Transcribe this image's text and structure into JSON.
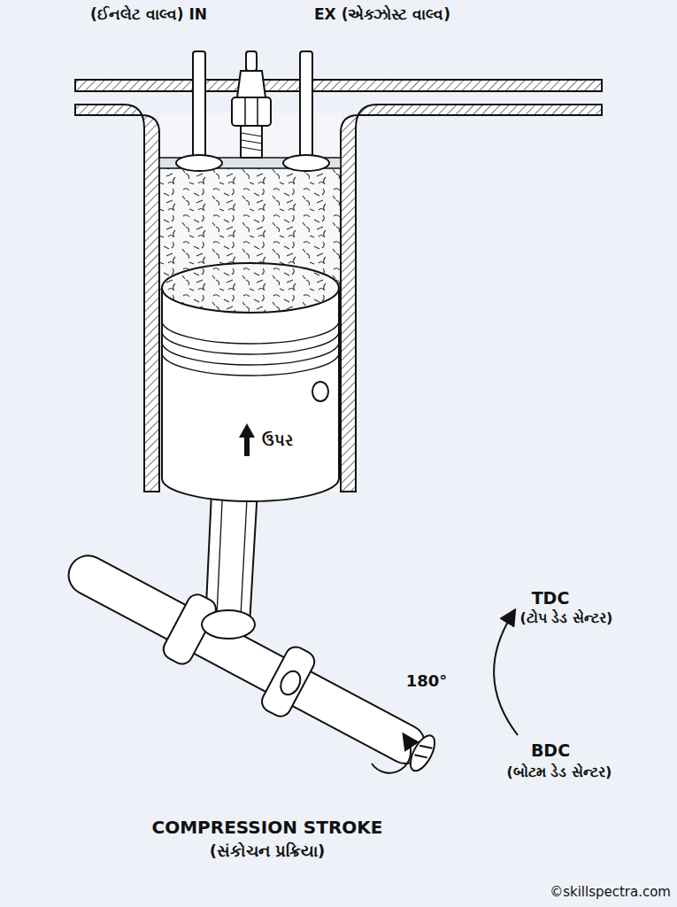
{
  "diagram": {
    "caption": "COMPRESSION STROKE",
    "labels": [
      "(ઈનલેટ વાલ્વ) IN",
      "EX (એક્ઝોસ્ટ વાલ્વ)",
      "ઉપર",
      "TDC",
      "(ટોપ ડેડ સેન્ટર)",
      "180°",
      "BDC",
      "(બોટમ ડેડ સેન્ટર)",
      "(સંકોચન પ્રક્રિયા)",
      "©skillspectra.com"
    ]
  }
}
